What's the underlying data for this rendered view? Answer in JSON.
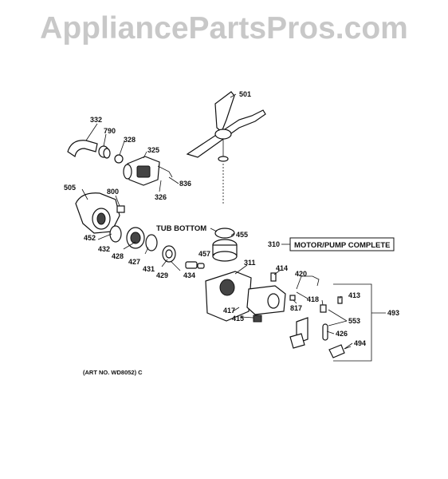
{
  "watermark": "AppliancePartsPros.com",
  "art_no": "(ART NO. WD8052) C",
  "callouts": {
    "tub_bottom": "TUB BOTTOM",
    "motor_pump_complete": "MOTOR/PUMP COMPLETE",
    "motor_pump_ref": "310"
  },
  "parts": [
    {
      "id": "501"
    },
    {
      "id": "332"
    },
    {
      "id": "790"
    },
    {
      "id": "328"
    },
    {
      "id": "325"
    },
    {
      "id": "836"
    },
    {
      "id": "326"
    },
    {
      "id": "505"
    },
    {
      "id": "800"
    },
    {
      "id": "455"
    },
    {
      "id": "452"
    },
    {
      "id": "432"
    },
    {
      "id": "428"
    },
    {
      "id": "427"
    },
    {
      "id": "431"
    },
    {
      "id": "429"
    },
    {
      "id": "434"
    },
    {
      "id": "457"
    },
    {
      "id": "311"
    },
    {
      "id": "414"
    },
    {
      "id": "420"
    },
    {
      "id": "417"
    },
    {
      "id": "415"
    },
    {
      "id": "817"
    },
    {
      "id": "418"
    },
    {
      "id": "413"
    },
    {
      "id": "493"
    },
    {
      "id": "553"
    },
    {
      "id": "426"
    },
    {
      "id": "494"
    }
  ]
}
